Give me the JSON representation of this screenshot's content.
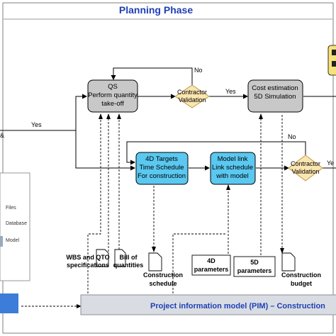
{
  "title": "Planning Phase",
  "qs_box": {
    "line1": "QS",
    "line2": "Perform quantity",
    "line3": "take-off"
  },
  "cost_box": {
    "line1": "Cost estimation",
    "line2": "5D Simulation"
  },
  "targets_box": {
    "line1": "4D Targets",
    "line2": "Time Schedule",
    "line3": "For construction"
  },
  "model_link_box": {
    "line1": "Model link",
    "line2": "Link schedule",
    "line3": "with model"
  },
  "decision_1": {
    "line1": "Contractor",
    "line2": "Validation"
  },
  "decision_2": {
    "line1": "Contractor",
    "line2": "Validation"
  },
  "edges": {
    "no_top": "No",
    "yes_mid": "Yes",
    "yes_left": "Yes",
    "no_mid": "No",
    "yes_right": "Ye"
  },
  "documents": {
    "wbs": {
      "line1": "WBS and QTO",
      "line2": "specifications"
    },
    "bill": {
      "line1": "Bill of",
      "line2": "quantities"
    },
    "schedule": {
      "line1": "Construction",
      "line2": "schedule"
    },
    "budget": {
      "line1": "Construction",
      "line2": "budget"
    }
  },
  "parameters": {
    "p4d": {
      "line1": "4D",
      "line2": "parameters"
    },
    "p5d": {
      "line1": "5D",
      "line2": "parameters"
    }
  },
  "legend": {
    "files": "Files",
    "database": "Database",
    "model": "Model"
  },
  "pim_bar": "Project information model (PIM) – Construction",
  "colors": {
    "gray_box": "#c8c8c8",
    "blue_box": "#5ac8f0",
    "diamond": "#fbe5b0",
    "title": "#1f3fb5",
    "pim_bar": "#d9dde3",
    "yellow_box": "#f7e27a"
  }
}
